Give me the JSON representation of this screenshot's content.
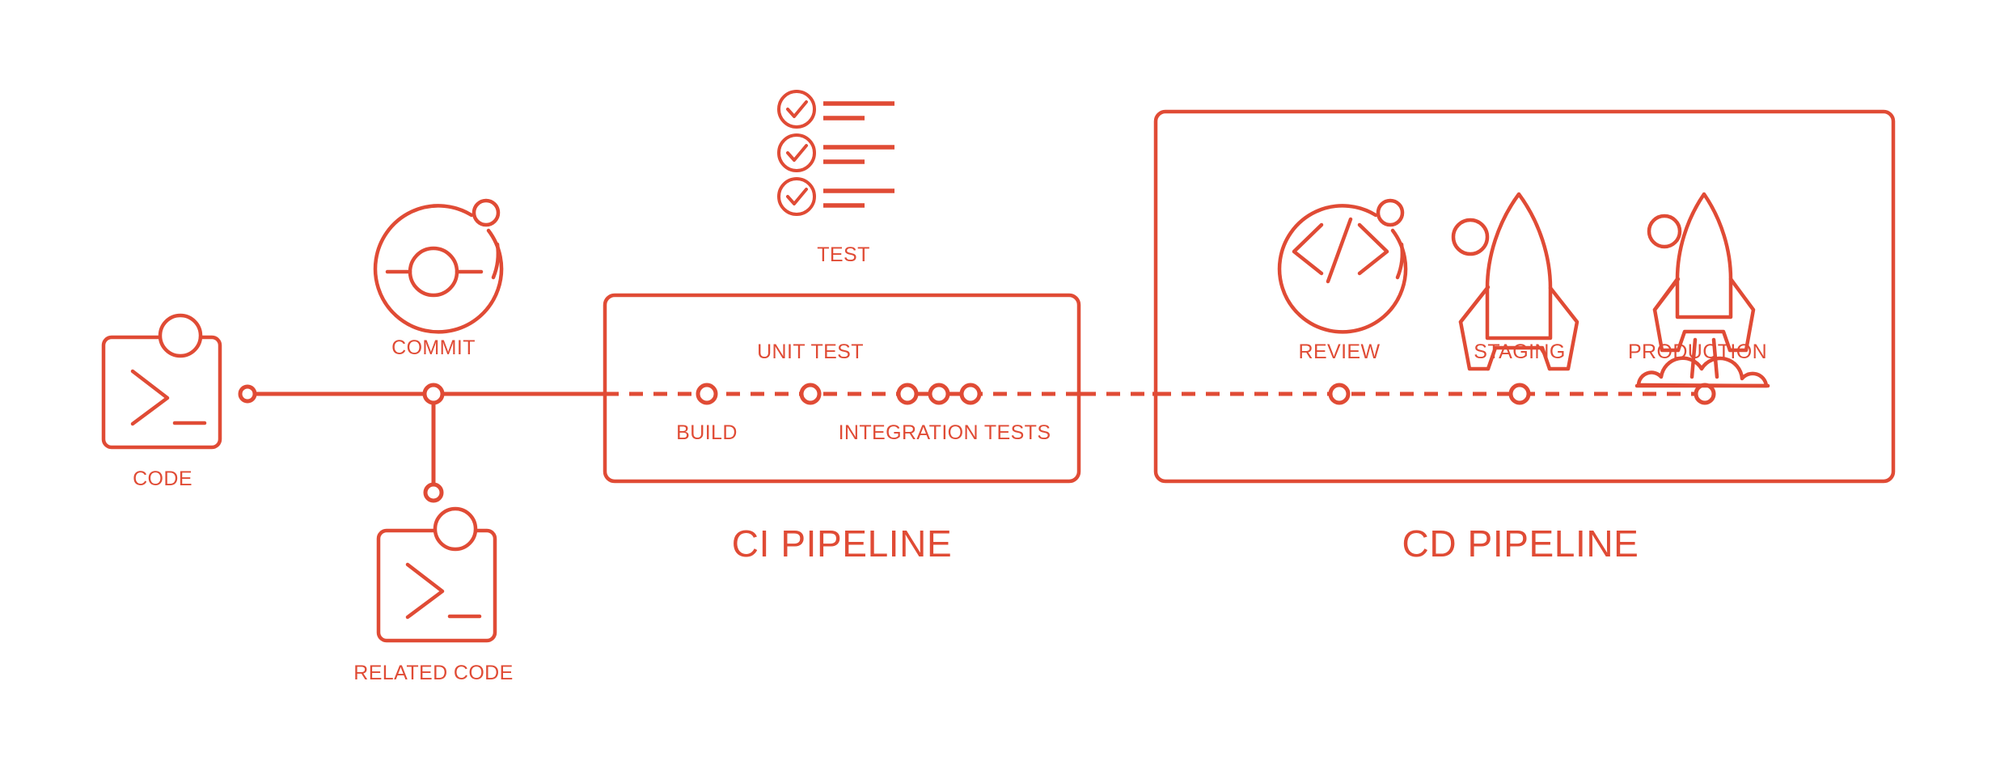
{
  "theme": {
    "accent": "#E04B35",
    "background": "#FFFFFF"
  },
  "diagram": {
    "kind": "ci-cd-pipeline-flow",
    "stages": [
      {
        "id": "code",
        "label": "CODE",
        "icon": "terminal-code-icon",
        "position": "left-of-rail"
      },
      {
        "id": "commit",
        "label": "COMMIT",
        "icon": "commit-circle-icon",
        "position": "on-rail"
      },
      {
        "id": "related-code",
        "label": "RELATED CODE",
        "icon": "terminal-code-icon",
        "position": "branch-below-commit"
      },
      {
        "id": "test",
        "label": "TEST",
        "icon": "checklist-icon",
        "position": "above-ci-pipeline"
      }
    ],
    "rail": {
      "solid_segment_label": "solid",
      "dashed_segment_label": "dashed"
    }
  },
  "ci_pipeline": {
    "title": "CI PIPELINE",
    "nodes": [
      {
        "id": "build",
        "label": "BUILD",
        "label_position": "below"
      },
      {
        "id": "unit-test",
        "label": "UNIT TEST",
        "label_position": "above"
      },
      {
        "id": "integration-tests",
        "label": "INTEGRATION TESTS",
        "label_position": "below",
        "node_count": 3
      }
    ]
  },
  "cd_pipeline": {
    "title": "CD PIPELINE",
    "nodes": [
      {
        "id": "review",
        "label": "REVIEW",
        "icon": "code-brackets-circle-icon"
      },
      {
        "id": "staging",
        "label": "STAGING",
        "icon": "rocket-icon"
      },
      {
        "id": "production",
        "label": "PRODUCTION",
        "icon": "rocket-launch-icon"
      }
    ]
  }
}
